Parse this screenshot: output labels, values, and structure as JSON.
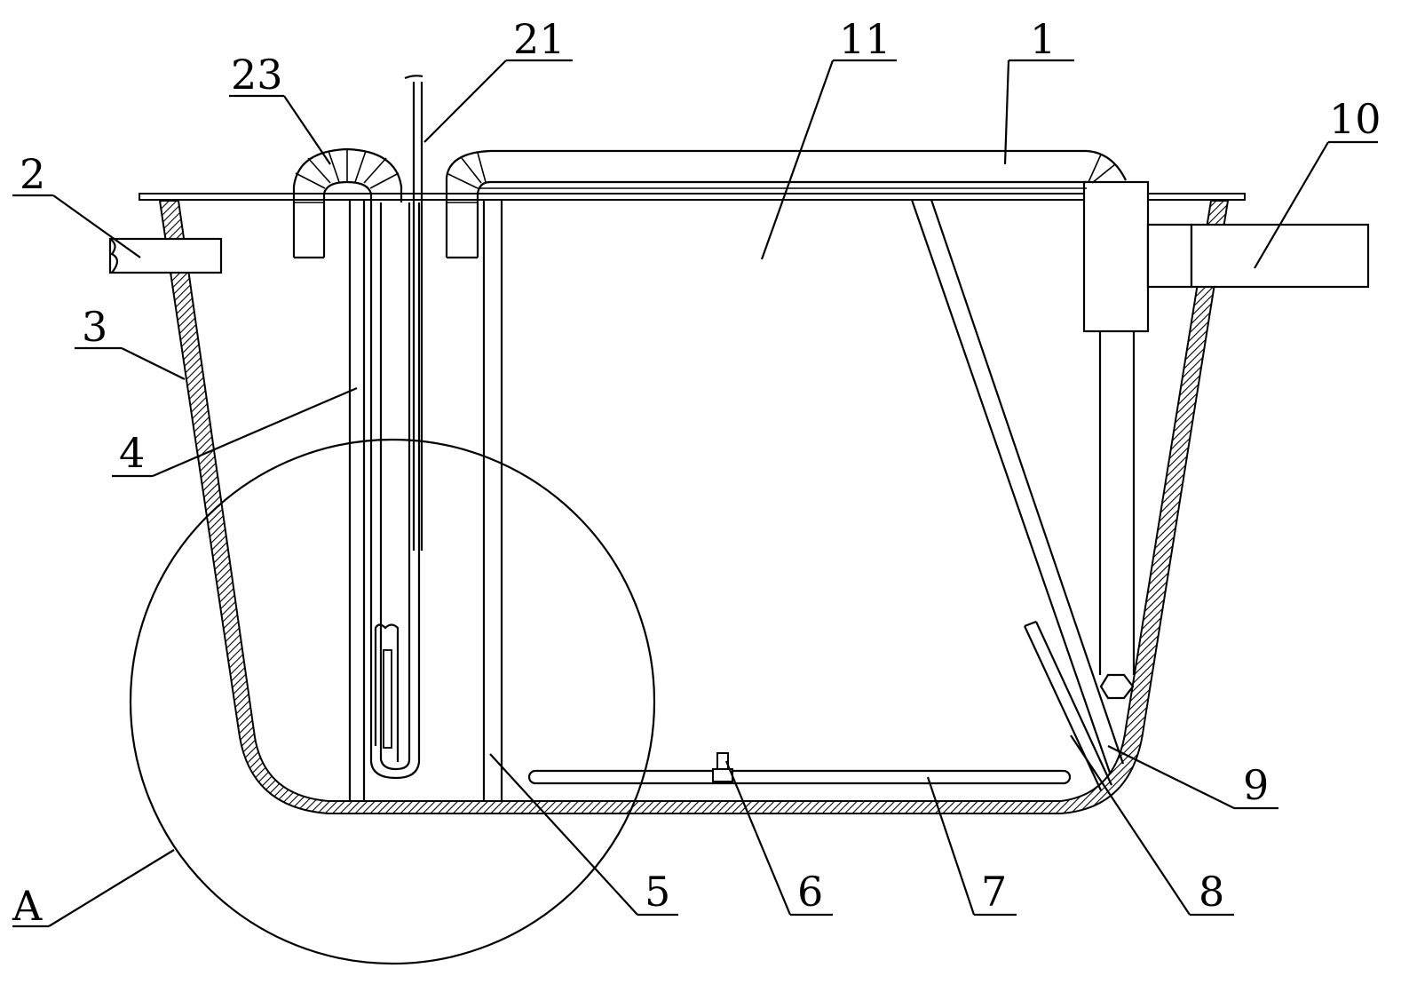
{
  "figure": {
    "labels": {
      "l1": "1",
      "l2": "2",
      "l3": "3",
      "l4": "4",
      "l5": "5",
      "l6": "6",
      "l7": "7",
      "l8": "8",
      "l9": "9",
      "l10": "10",
      "l11": "11",
      "l21": "21",
      "l23": "23",
      "lA": "A"
    }
  }
}
